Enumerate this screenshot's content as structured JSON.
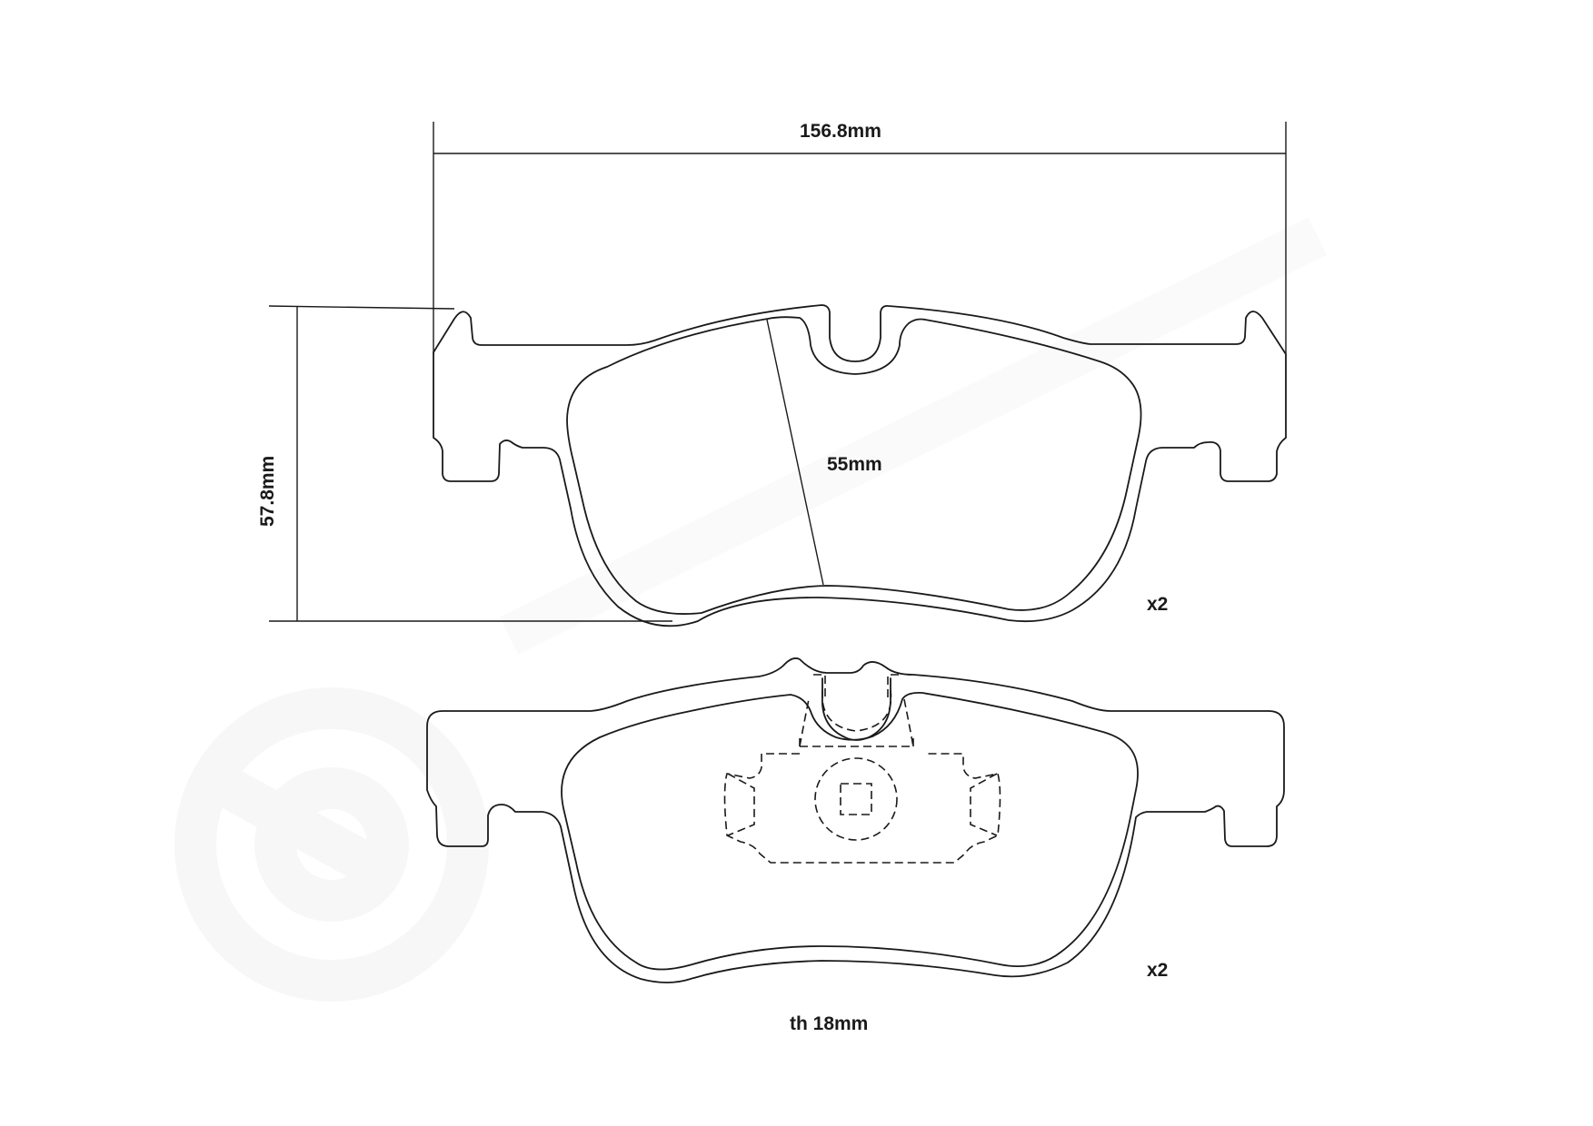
{
  "drawing": {
    "title": "Brake pad technical drawing",
    "watermark": "brembo",
    "colors": {
      "line": "#1a1a1a",
      "background": "#ffffff",
      "watermark": "#f7f7f7"
    }
  },
  "dimensions": {
    "width": "156.8mm",
    "height": "57.8mm",
    "friction_height": "55mm",
    "thickness": "th 18mm"
  },
  "views": [
    {
      "name": "front-pad-view",
      "quantity": "x2"
    },
    {
      "name": "back-pad-view",
      "quantity": "x2"
    }
  ]
}
